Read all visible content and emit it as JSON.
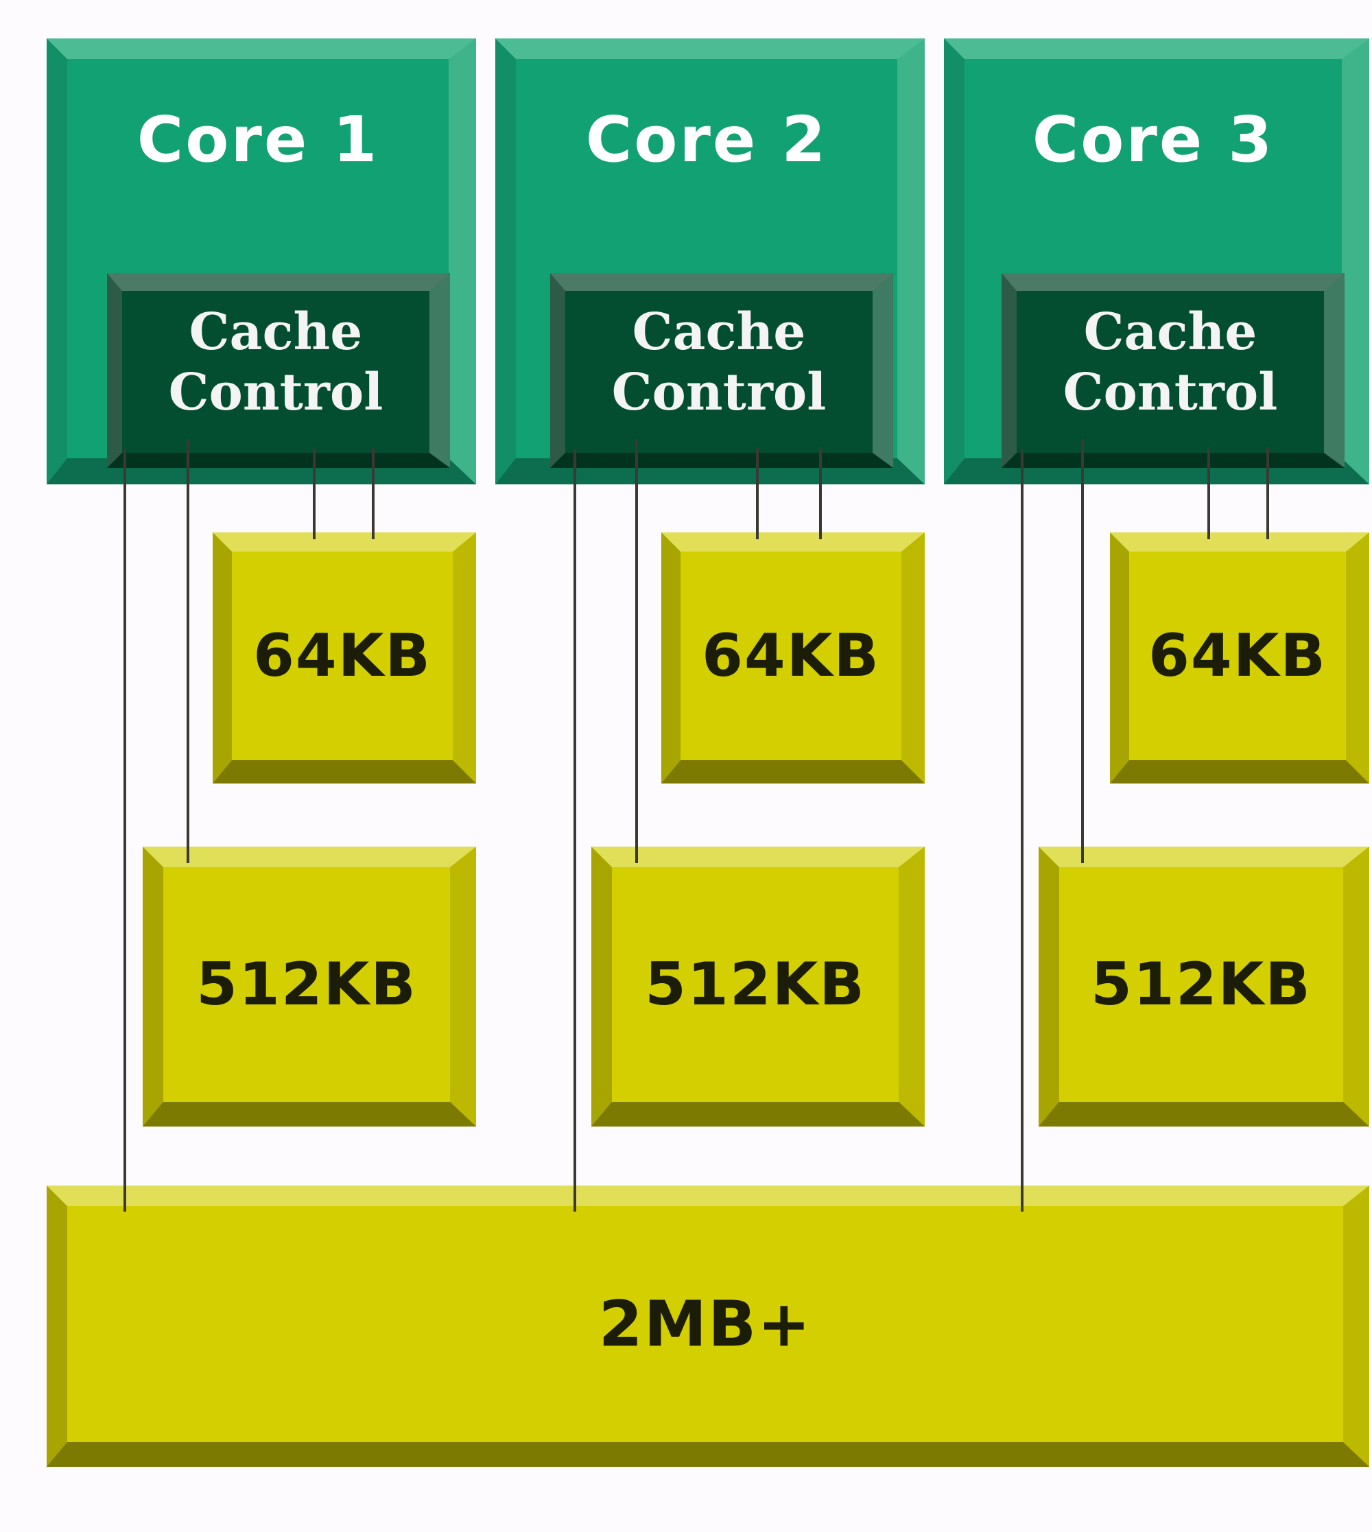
{
  "cores": [
    {
      "name": "Core 1",
      "cache_control": [
        "Cache",
        "Control"
      ],
      "l1": "64KB",
      "l2": "512KB"
    },
    {
      "name": "Core 2",
      "cache_control": [
        "Cache",
        "Control"
      ],
      "l1": "64KB",
      "l2": "512KB"
    },
    {
      "name": "Core 3",
      "cache_control": [
        "Cache",
        "Control"
      ],
      "l1": "64KB",
      "l2": "512KB"
    }
  ],
  "shared_cache": "2MB+",
  "colors": {
    "core_green": "#11a173",
    "cache_control_dark": "#034d30",
    "cache_yellow": "#d3cf00",
    "text_dark": "#1c1d08",
    "wire": "#3a3a32"
  }
}
